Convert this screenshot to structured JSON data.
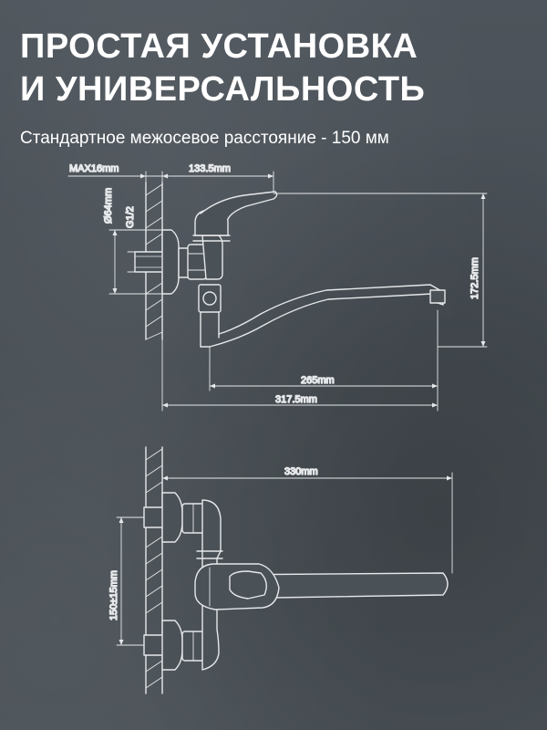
{
  "header": {
    "title_line1": "ПРОСТАЯ УСТАНОВКА",
    "title_line2": "И УНИВЕРСАЛЬНОСТЬ",
    "subtitle": "Стандартное межосевое расстояние - 150 мм"
  },
  "side_view": {
    "dim_max_wall": "MAX16mm",
    "dim_lever_offset": "133.5mm",
    "dim_diameter": "Ø64mm",
    "dim_thread": "G1/2",
    "dim_height": "172.5mm",
    "dim_spout_reach": "265mm",
    "dim_total_length": "317.5mm"
  },
  "top_view": {
    "dim_spout_length": "330mm",
    "dim_center_distance": "150±15mm"
  },
  "colors": {
    "background": "#4a5157",
    "text": "#ffffff",
    "line": "#e6e8ea"
  }
}
